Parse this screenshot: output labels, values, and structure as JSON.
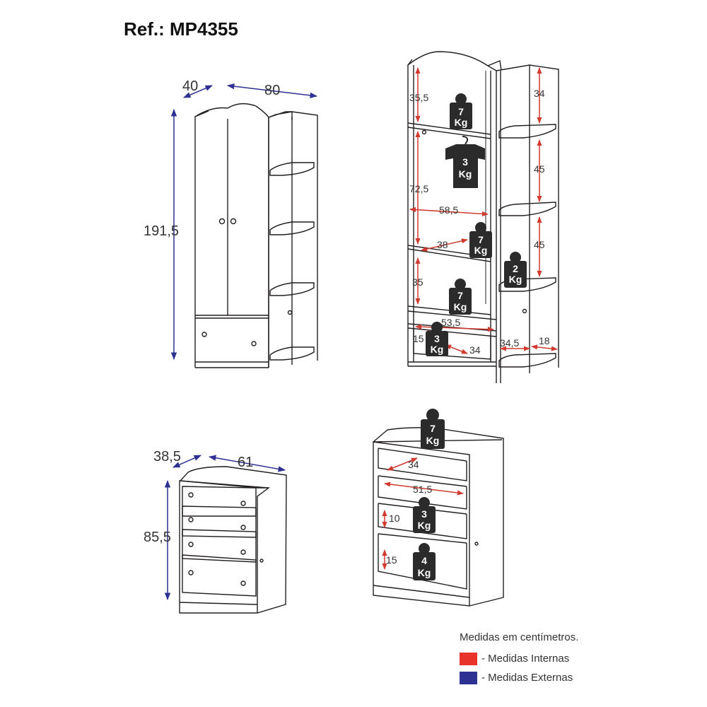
{
  "title": "Ref.: MP4355",
  "wardrobe_external": {
    "depth": "40",
    "width": "80",
    "height": "191,5"
  },
  "wardrobe_internal": {
    "top_left_height": "35,5",
    "hanging_height": "72,5",
    "inner_width": "58,5",
    "shelf_depth": "38",
    "lower_height": "35",
    "drawer_width": "53,5",
    "drawer_height": "15",
    "drawer_depth": "34",
    "side_top_height": "34",
    "side_mid_height": "45",
    "side_low_height": "45",
    "side_depth": "34,5",
    "side_width": "18"
  },
  "wardrobe_loads": {
    "top_shelf": {
      "value": "7",
      "unit": "Kg"
    },
    "rail": {
      "value": "3",
      "unit": "Kg"
    },
    "mid_shelf": {
      "value": "7",
      "unit": "Kg"
    },
    "side_shelf": {
      "value": "2",
      "unit": "Kg"
    },
    "bottom_shelf": {
      "value": "7",
      "unit": "Kg"
    },
    "drawer": {
      "value": "3",
      "unit": "Kg"
    }
  },
  "chest_external": {
    "depth": "38,5",
    "width": "61",
    "height": "85,5"
  },
  "chest_internal": {
    "drawer_depth": "34",
    "drawer_width": "51,5",
    "small_drawer_height": "10",
    "large_drawer_height": "15"
  },
  "chest_loads": {
    "top": {
      "value": "7",
      "unit": "Kg"
    },
    "small_drawer": {
      "value": "3",
      "unit": "Kg"
    },
    "large_drawer": {
      "value": "4",
      "unit": "Kg"
    }
  },
  "legend": {
    "note": "Medidas em centímetros.",
    "items": [
      {
        "label": "- Medidas Internas",
        "color": "#e8332a"
      },
      {
        "label": "- Medidas Externas",
        "color": "#2e3192"
      }
    ]
  },
  "colors": {
    "external": "#2e3192",
    "internal": "#d03a2f",
    "weight": "#2b2b2b",
    "line": "#231f20"
  }
}
